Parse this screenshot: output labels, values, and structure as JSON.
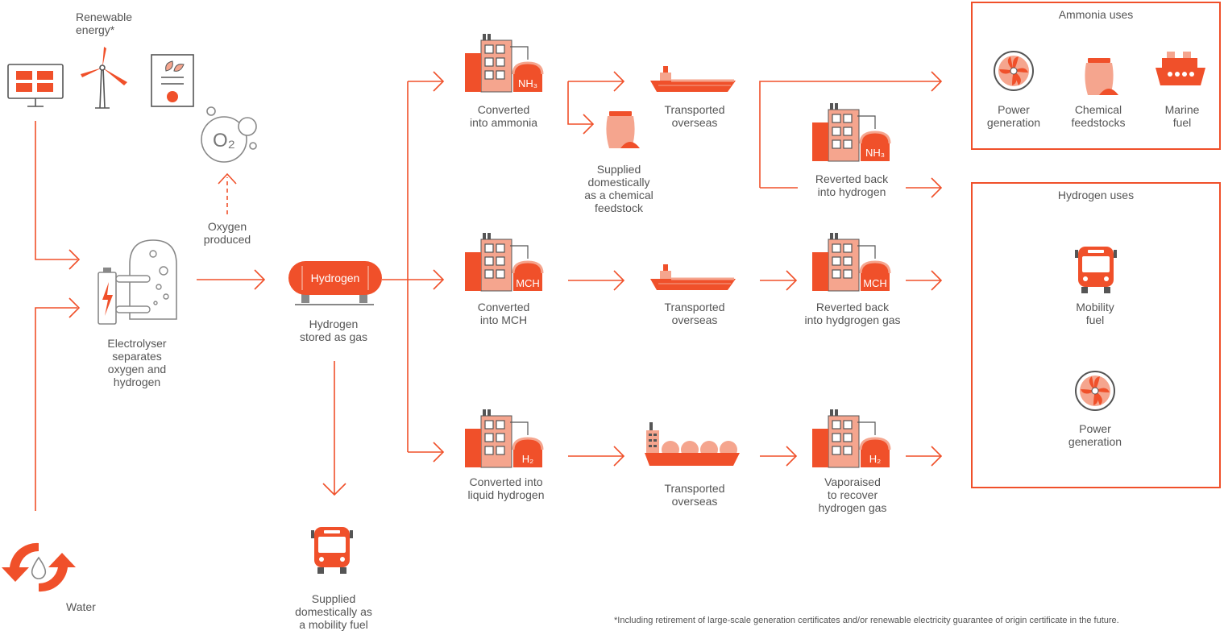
{
  "colors": {
    "accent": "#f0502a",
    "light": "#f5a58e",
    "grey": "#888888",
    "text": "#555555"
  },
  "labels": {
    "renewable": "Renewable\nenergy*",
    "oxygen": "Oxygen\nproduced",
    "electrolyser": "Electrolyser\nseparates\noxygen and\nhydrogen",
    "water": "Water",
    "hydrogen_stored": "Hydrogen\nstored as gas",
    "supplied_mobility": "Supplied\ndomestically as\na mobility fuel",
    "conv_ammonia": "Converted\ninto ammonia",
    "supplied_chemical": "Supplied\ndomestically\nas a chemical\nfeedstock",
    "transported_1": "Transported\noverseas",
    "reverted_hydrogen": "Reverted back\ninto hydrogen",
    "conv_mch": "Converted\ninto MCH",
    "transported_2": "Transported\noverseas",
    "reverted_gas": "Reverted back\ninto hydgrogen gas",
    "conv_liquid": "Converted into\nliquid hydrogen",
    "transported_3": "Transported\noverseas",
    "vaporised": "Vaporaised\nto recover\nhydrogen gas"
  },
  "tank_label": "Hydrogen",
  "factory_tags": {
    "nh3": "NH₃",
    "mch": "MCH",
    "h2": "H₂"
  },
  "oxygen_symbol": "O₂",
  "ammonia_uses": {
    "title": "Ammonia uses",
    "items": [
      "Power\ngeneration",
      "Chemical\nfeedstocks",
      "Marine\nfuel"
    ]
  },
  "hydrogen_uses": {
    "title": "Hydrogen uses",
    "items": [
      "Mobility\nfuel",
      "Power\ngeneration"
    ]
  },
  "footnote": "*Including retirement of large-scale generation certificates and/or renewable electricity guarantee of origin certificate in the future."
}
